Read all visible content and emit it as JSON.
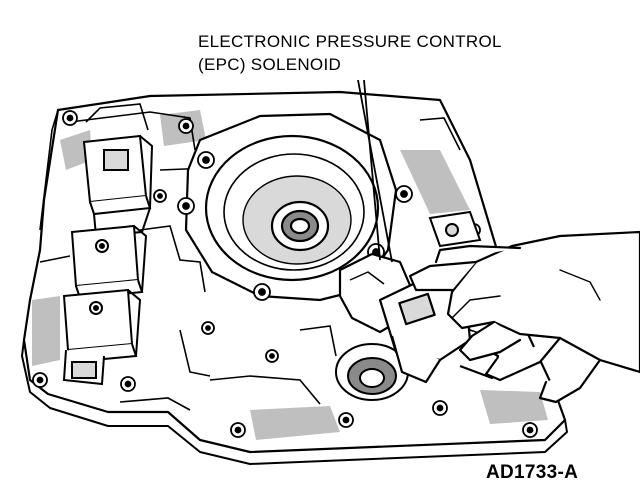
{
  "figure": {
    "label": {
      "line1": "ELECTRONIC PRESSURE CONTROL",
      "line2": "(EPC) SOLENOID"
    },
    "figure_id": "AD1733-A"
  },
  "colors": {
    "ink": "#000000",
    "paper": "#ffffff",
    "shade": "#8a8a8a",
    "light": "#d9d9d9"
  },
  "icons": {
    "valve_body": "valve-body-plate",
    "solenoid": "epc-solenoid",
    "hand": "technician-hand"
  }
}
